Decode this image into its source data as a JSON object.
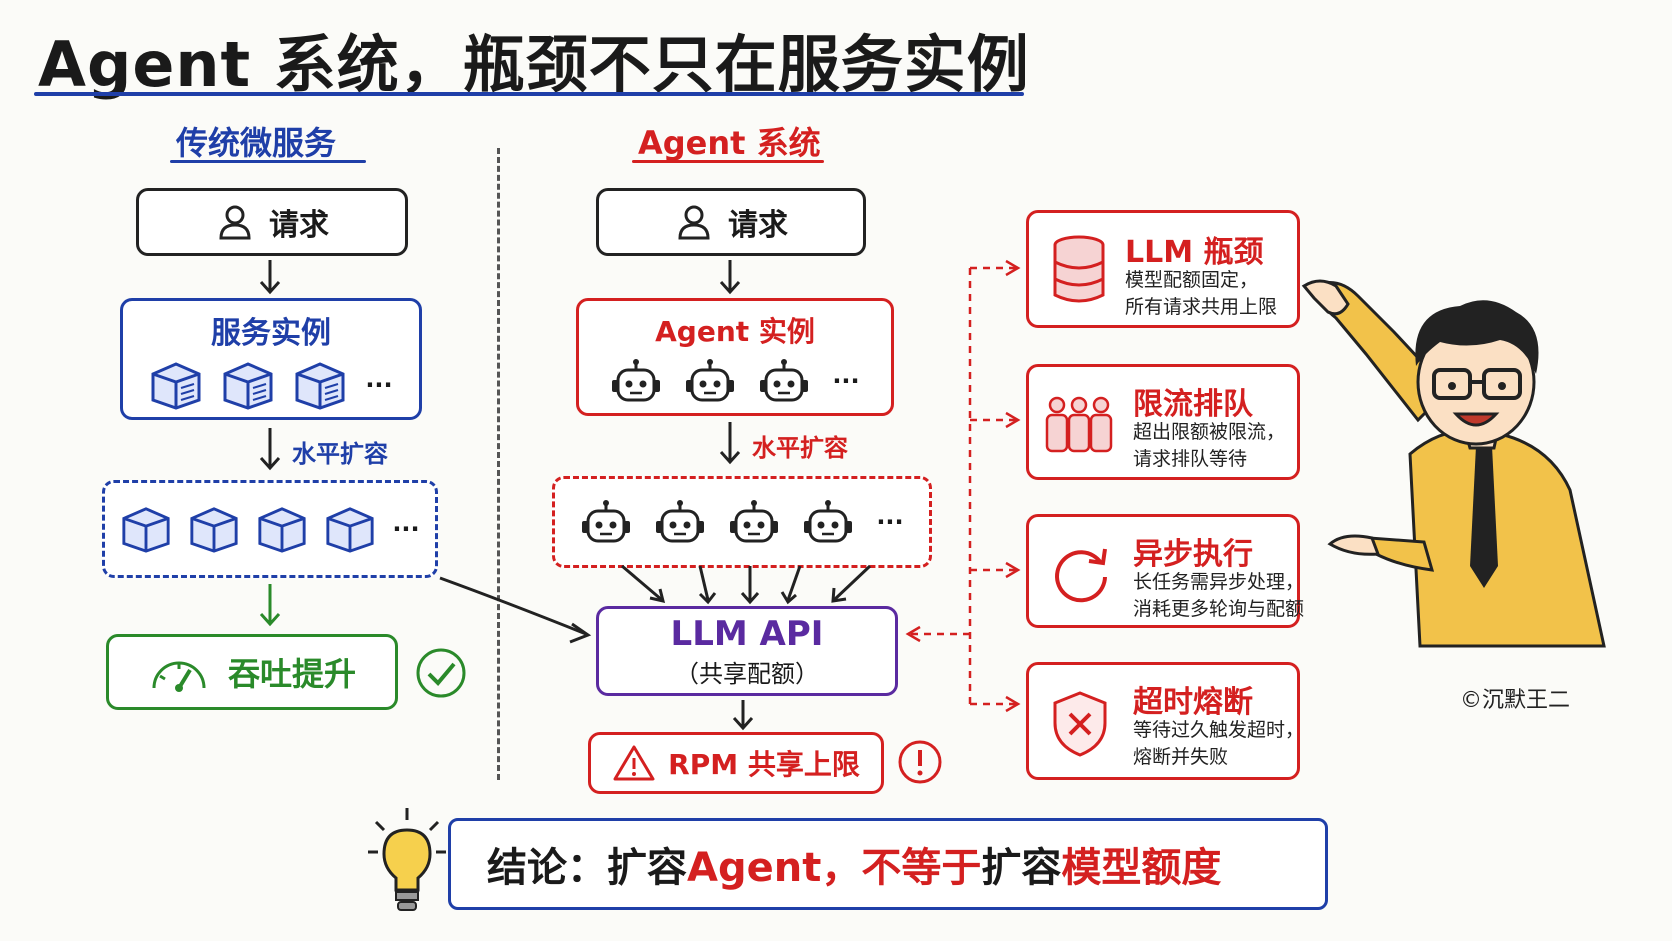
{
  "title": "Agent 系统，瓶颈不只在服务实例",
  "left": {
    "heading": "传统微服务",
    "request": "请求",
    "instance_label": "服务实例",
    "scale_label": "水平扩容",
    "throughput": "吞吐提升",
    "ellipsis": "···"
  },
  "middle": {
    "heading": "Agent 系统",
    "request": "请求",
    "instance_label": "Agent 实例",
    "scale_label": "水平扩容",
    "llm_api": "LLM API",
    "llm_api_sub": "（共享配额）",
    "rpm": "RPM 共享上限",
    "ellipsis": "···"
  },
  "side_cards": [
    {
      "title": "LLM 瓶颈",
      "line1": "模型配额固定，",
      "line2": "所有请求共用上限",
      "icon": "database-icon"
    },
    {
      "title": "限流排队",
      "line1": "超出限额被限流，",
      "line2": "请求排队等待",
      "icon": "people-queue-icon"
    },
    {
      "title": "异步执行",
      "line1": "长任务需异步处理，",
      "line2": "消耗更多轮询与配额",
      "icon": "refresh-icon"
    },
    {
      "title": "超时熔断",
      "line1": "等待过久触发超时，",
      "line2": "熔断并失败",
      "icon": "shield-x-icon"
    }
  ],
  "conclusion": {
    "part1": "结论：扩容 ",
    "part2": "Agent，",
    "part3": "不等于",
    "part4": "扩容",
    "part5": "模型额度"
  },
  "signature": "©沉默王二",
  "colors": {
    "blue": "#1f3fa8",
    "red": "#d42020",
    "green": "#2a8a2a",
    "purple": "#5a2aa0",
    "shirt": "#f2c24a"
  }
}
